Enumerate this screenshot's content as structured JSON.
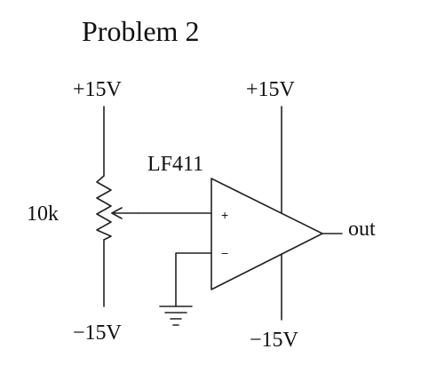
{
  "title": "Problem 2",
  "supply": {
    "pot_top": "+15V",
    "pot_bottom": "−15V",
    "opamp_top": "+15V",
    "opamp_bottom": "−15V"
  },
  "potentiometer": {
    "value": "10k"
  },
  "opamp": {
    "part": "LF411",
    "plus": "+",
    "minus": "−"
  },
  "output": {
    "label": "out"
  }
}
